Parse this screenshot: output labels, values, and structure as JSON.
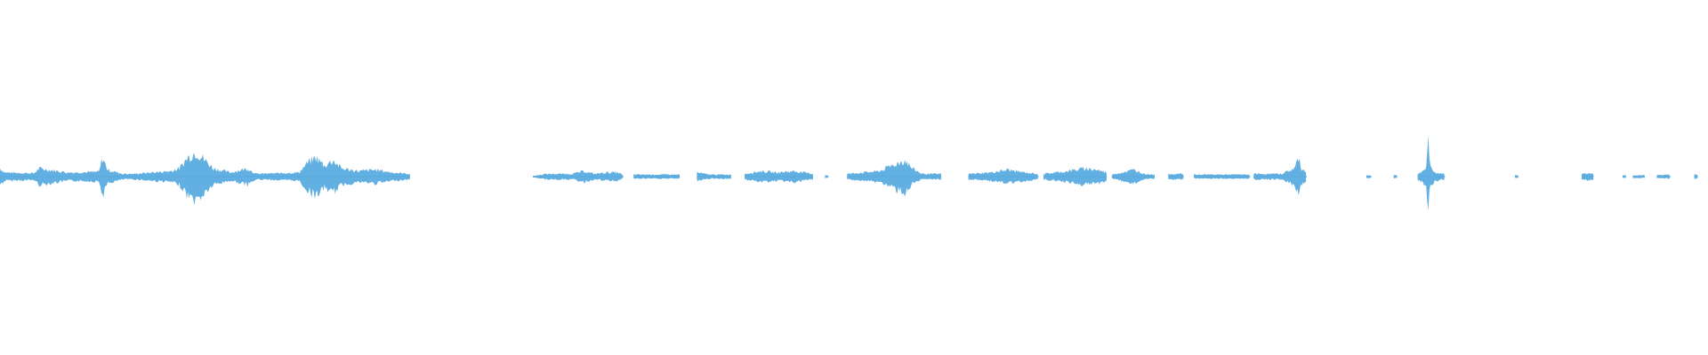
{
  "chart_data": {
    "type": "area",
    "description_hidden": false,
    "time_range": [
      0,
      1
    ],
    "amplitude_range": [
      -1,
      1
    ],
    "grid": false,
    "legend": "none",
    "color": "#5aabdf",
    "segments": [
      {
        "start": 0.0,
        "end": 0.24,
        "env": [
          [
            0.0,
            0.06
          ],
          [
            0.003,
            0.03
          ],
          [
            0.02,
            0.025
          ],
          [
            0.023,
            0.06
          ],
          [
            0.04,
            0.03
          ],
          [
            0.058,
            0.035
          ],
          [
            0.06,
            0.14
          ],
          [
            0.063,
            0.05
          ],
          [
            0.072,
            0.02
          ],
          [
            0.078,
            0.02
          ],
          [
            0.1,
            0.04
          ],
          [
            0.105,
            0.06
          ],
          [
            0.11,
            0.14
          ],
          [
            0.115,
            0.18
          ],
          [
            0.12,
            0.12
          ],
          [
            0.125,
            0.06
          ],
          [
            0.135,
            0.03
          ],
          [
            0.145,
            0.06
          ],
          [
            0.15,
            0.02
          ],
          [
            0.175,
            0.03
          ],
          [
            0.18,
            0.1
          ],
          [
            0.185,
            0.14
          ],
          [
            0.19,
            0.08
          ],
          [
            0.195,
            0.12
          ],
          [
            0.2,
            0.06
          ],
          [
            0.21,
            0.04
          ],
          [
            0.22,
            0.05
          ],
          [
            0.23,
            0.03
          ],
          [
            0.24,
            0.02
          ]
        ]
      },
      {
        "start": 0.312,
        "end": 0.365,
        "env": [
          [
            0.312,
            0.005
          ],
          [
            0.32,
            0.02
          ],
          [
            0.335,
            0.02
          ],
          [
            0.342,
            0.04
          ],
          [
            0.348,
            0.02
          ],
          [
            0.355,
            0.03
          ],
          [
            0.362,
            0.03
          ],
          [
            0.365,
            0.01
          ]
        ]
      },
      {
        "start": 0.371,
        "end": 0.398,
        "env": [
          [
            0.371,
            0.015
          ],
          [
            0.385,
            0.015
          ],
          [
            0.398,
            0.015
          ]
        ]
      },
      {
        "start": 0.408,
        "end": 0.428,
        "env": [
          [
            0.408,
            0.03
          ],
          [
            0.415,
            0.015
          ],
          [
            0.428,
            0.015
          ]
        ]
      },
      {
        "start": 0.436,
        "end": 0.476,
        "env": [
          [
            0.436,
            0.02
          ],
          [
            0.445,
            0.04
          ],
          [
            0.455,
            0.03
          ],
          [
            0.465,
            0.04
          ],
          [
            0.476,
            0.02
          ]
        ]
      },
      {
        "start": 0.483,
        "end": 0.485,
        "env": [
          [
            0.483,
            0.01
          ],
          [
            0.485,
            0.01
          ]
        ]
      },
      {
        "start": 0.496,
        "end": 0.551,
        "env": [
          [
            0.496,
            0.02
          ],
          [
            0.505,
            0.03
          ],
          [
            0.515,
            0.04
          ],
          [
            0.522,
            0.08
          ],
          [
            0.526,
            0.1
          ],
          [
            0.53,
            0.12
          ],
          [
            0.534,
            0.06
          ],
          [
            0.54,
            0.02
          ],
          [
            0.551,
            0.02
          ]
        ]
      },
      {
        "start": 0.567,
        "end": 0.608,
        "env": [
          [
            0.567,
            0.02
          ],
          [
            0.58,
            0.03
          ],
          [
            0.59,
            0.05
          ],
          [
            0.6,
            0.03
          ],
          [
            0.608,
            0.02
          ]
        ]
      },
      {
        "start": 0.611,
        "end": 0.648,
        "env": [
          [
            0.611,
            0.02
          ],
          [
            0.625,
            0.04
          ],
          [
            0.635,
            0.06
          ],
          [
            0.642,
            0.05
          ],
          [
            0.648,
            0.03
          ]
        ]
      },
      {
        "start": 0.651,
        "end": 0.676,
        "env": [
          [
            0.651,
            0.015
          ],
          [
            0.664,
            0.05
          ],
          [
            0.67,
            0.02
          ],
          [
            0.676,
            0.015
          ]
        ]
      },
      {
        "start": 0.684,
        "end": 0.693,
        "env": [
          [
            0.684,
            0.02
          ],
          [
            0.693,
            0.02
          ]
        ]
      },
      {
        "start": 0.699,
        "end": 0.732,
        "env": [
          [
            0.699,
            0.015
          ],
          [
            0.715,
            0.015
          ],
          [
            0.732,
            0.015
          ]
        ]
      },
      {
        "start": 0.734,
        "end": 0.765,
        "env": [
          [
            0.734,
            0.02
          ],
          [
            0.75,
            0.02
          ],
          [
            0.758,
            0.06
          ],
          [
            0.76,
            0.14
          ],
          [
            0.762,
            0.06
          ],
          [
            0.765,
            0.03
          ]
        ]
      },
      {
        "start": 0.8,
        "end": 0.803,
        "env": [
          [
            0.8,
            0.01
          ],
          [
            0.803,
            0.01
          ]
        ]
      },
      {
        "start": 0.816,
        "end": 0.818,
        "env": [
          [
            0.816,
            0.01
          ],
          [
            0.818,
            0.01
          ]
        ]
      },
      {
        "start": 0.83,
        "end": 0.846,
        "env": [
          [
            0.83,
            0.02
          ],
          [
            0.835,
            0.06
          ],
          [
            0.836,
            0.3
          ],
          [
            0.837,
            0.08
          ],
          [
            0.84,
            0.03
          ],
          [
            0.846,
            0.02
          ]
        ]
      },
      {
        "start": 0.887,
        "end": 0.889,
        "env": [
          [
            0.887,
            0.01
          ],
          [
            0.889,
            0.01
          ]
        ]
      },
      {
        "start": 0.926,
        "end": 0.933,
        "env": [
          [
            0.926,
            0.02
          ],
          [
            0.93,
            0.025
          ],
          [
            0.933,
            0.02
          ]
        ]
      },
      {
        "start": 0.95,
        "end": 0.952,
        "env": [
          [
            0.95,
            0.01
          ],
          [
            0.952,
            0.01
          ]
        ]
      },
      {
        "start": 0.956,
        "end": 0.963,
        "env": [
          [
            0.956,
            0.01
          ],
          [
            0.963,
            0.01
          ]
        ]
      },
      {
        "start": 0.97,
        "end": 0.978,
        "env": [
          [
            0.97,
            0.01
          ],
          [
            0.978,
            0.015
          ]
        ]
      },
      {
        "start": 0.992,
        "end": 0.994,
        "env": [
          [
            0.992,
            0.015
          ],
          [
            0.994,
            0.015
          ]
        ]
      }
    ]
  }
}
